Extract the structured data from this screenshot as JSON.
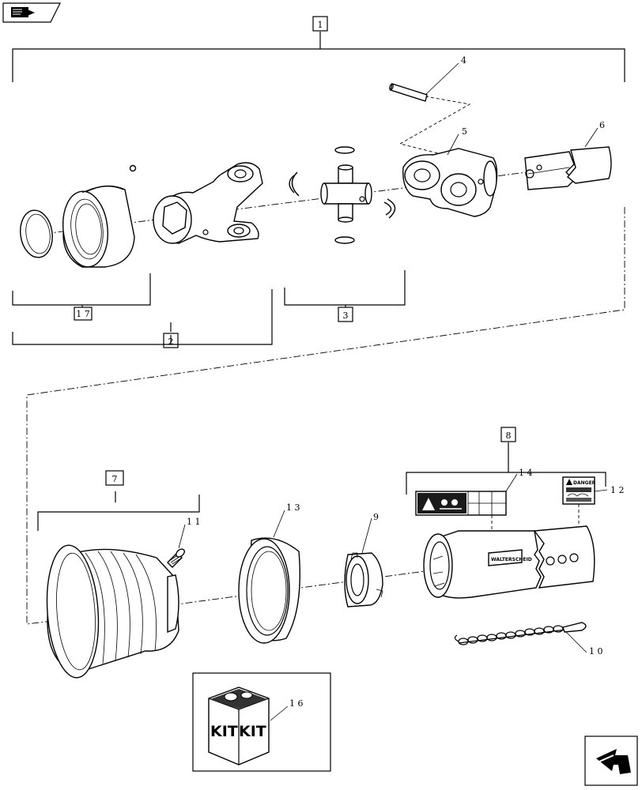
{
  "callouts": {
    "c1": "1",
    "c2": "2",
    "c3": "3",
    "c4": "4",
    "c5": "5",
    "c6": "6",
    "c7": "7",
    "c8": "8",
    "c9": "9",
    "c10": "1 0",
    "c11": "1 1",
    "c12": "1 2",
    "c13": "1 3",
    "c14": "1 4",
    "c16": "1 6",
    "c17": "1 7"
  },
  "kit": {
    "label_left": "KIT",
    "label_right": "KIT"
  },
  "decals": {
    "danger": "DANGER",
    "brand": "WALTERSCHEID"
  },
  "icons": {
    "top_nav": "book-arrow-icon",
    "bottom_nav": "return-arrow-icon"
  }
}
